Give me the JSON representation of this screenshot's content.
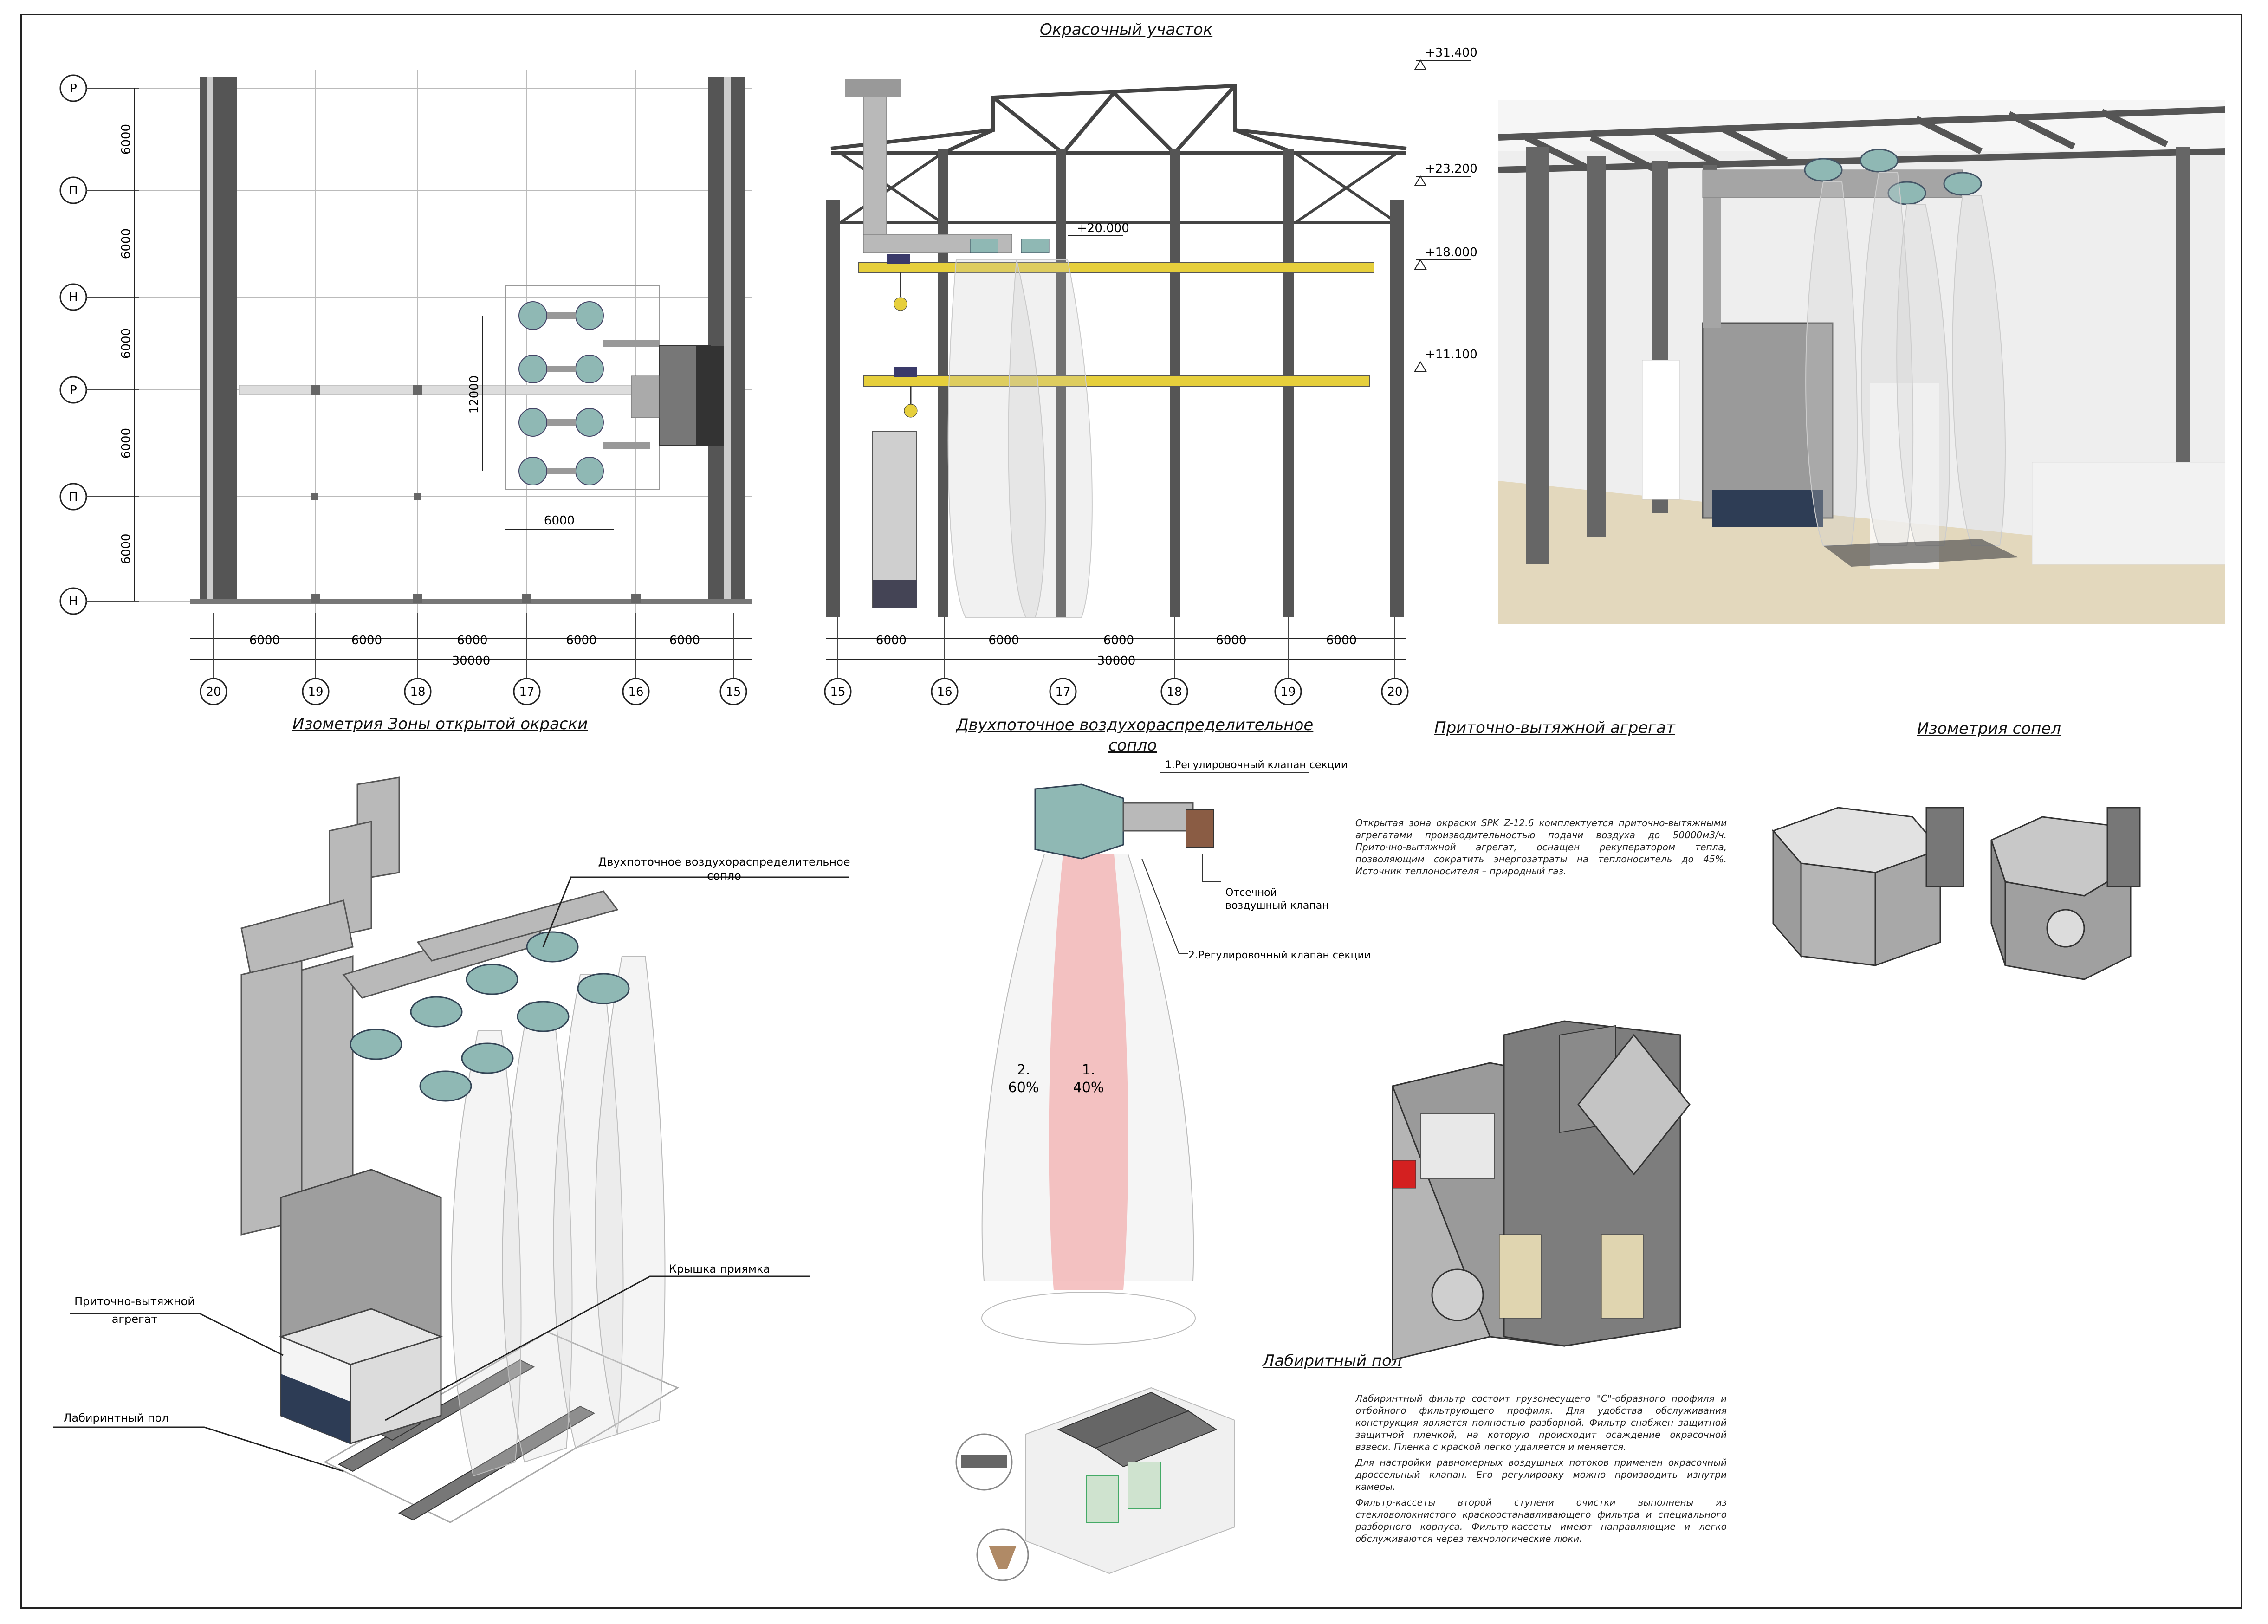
{
  "sheet": {
    "title": "Окрасочный участок"
  },
  "plan": {
    "axes_rows": [
      "Р",
      "П",
      "Н",
      "Р",
      "П",
      "Н"
    ],
    "row_spacing": [
      "6000",
      "6000",
      "6000",
      "6000",
      "6000"
    ],
    "axes_cols": [
      "20",
      "19",
      "18",
      "17",
      "16",
      "15"
    ],
    "col_spacing": [
      "6000",
      "6000",
      "6000",
      "6000",
      "6000"
    ],
    "total": "30000",
    "zone_width": "6000",
    "zone_length": "12000"
  },
  "section": {
    "levels": [
      "+31.400",
      "+23.200",
      "+18.000",
      "+11.100"
    ],
    "inner_level": "+20.000",
    "axes": [
      "15",
      "16",
      "17",
      "18",
      "19",
      "20"
    ],
    "spacing": [
      "6000",
      "6000",
      "6000",
      "6000",
      "6000"
    ],
    "total": "30000"
  },
  "isometry": {
    "title": "Изометрия Зоны открытой окраски",
    "label_nozzle_1": "Двухпоточное воздухораспределительное",
    "label_nozzle_2": "сопло",
    "label_cover": "Крышка приямка",
    "label_unit_1": "Приточно-вытяжной",
    "label_unit_2": "агрегат",
    "label_floor": "Лабиринтный пол"
  },
  "nozzle": {
    "title_1": "Двухпоточное воздухораспределительное",
    "title_2": "сопло",
    "callout_1": "1.Регулировочный клапан секции",
    "callout_2a": "Отсечной",
    "callout_2b": "воздушный клапан",
    "callout_3": "2.Регулировочный клапан секции",
    "flow_outer_num": "2.",
    "flow_outer_pct": "60%",
    "flow_inner_num": "1.",
    "flow_inner_pct": "40%"
  },
  "unit": {
    "title": "Приточно-вытяжной агрегат",
    "text": "Открытая зона окраски SPK Z-12.6 комплектуется приточно-вытяжными агрегатами производительностью подачи воздуха до 50000м3/ч. Приточно-вытяжной агрегат, оснащен рекуператором тепла, позволяющим сократить энергозатраты на теплоноситель до 45%. Источник теплоносителя – природный газ."
  },
  "nozzles_iso": {
    "title": "Изометрия сопел"
  },
  "labyrinth": {
    "title": "Лабиритный пол",
    "text_1": "Лабиринтный фильтр состоит грузонесущего \"С\"-образного профиля и отбойного фильтрующего профиля. Для удобства обслуживания конструкция является полностью разборной. Фильтр снабжен защитной защитной пленкой, на которую происходит осаждение окрасочной взвеси. Пленка с краской легко удаляется и меняется.",
    "text_2": "Для настройки равномерных воздушных потоков применен окрасочный дроссельный клапан. Его регулировку можно производить изнутри камеры.",
    "text_3": "Фильтр-кассеты второй ступени очистки выполнены из стекловолокнистого краскоостанавливающего фильтра и специального разборного корпуса. Фильтр-кассеты имеют направляющие и легко обслуживаются через технологические люки."
  },
  "colors": {
    "steel": "#7a7a7a",
    "steel_dark": "#4a4a4a",
    "duct": "#b9b9b9",
    "nozzle": "#8fb8b4",
    "crane": "#e6cf3c",
    "flow_red": "#f3b4b4",
    "render_wall": "#eeeeee",
    "render_floor": "#e3d8bd"
  }
}
